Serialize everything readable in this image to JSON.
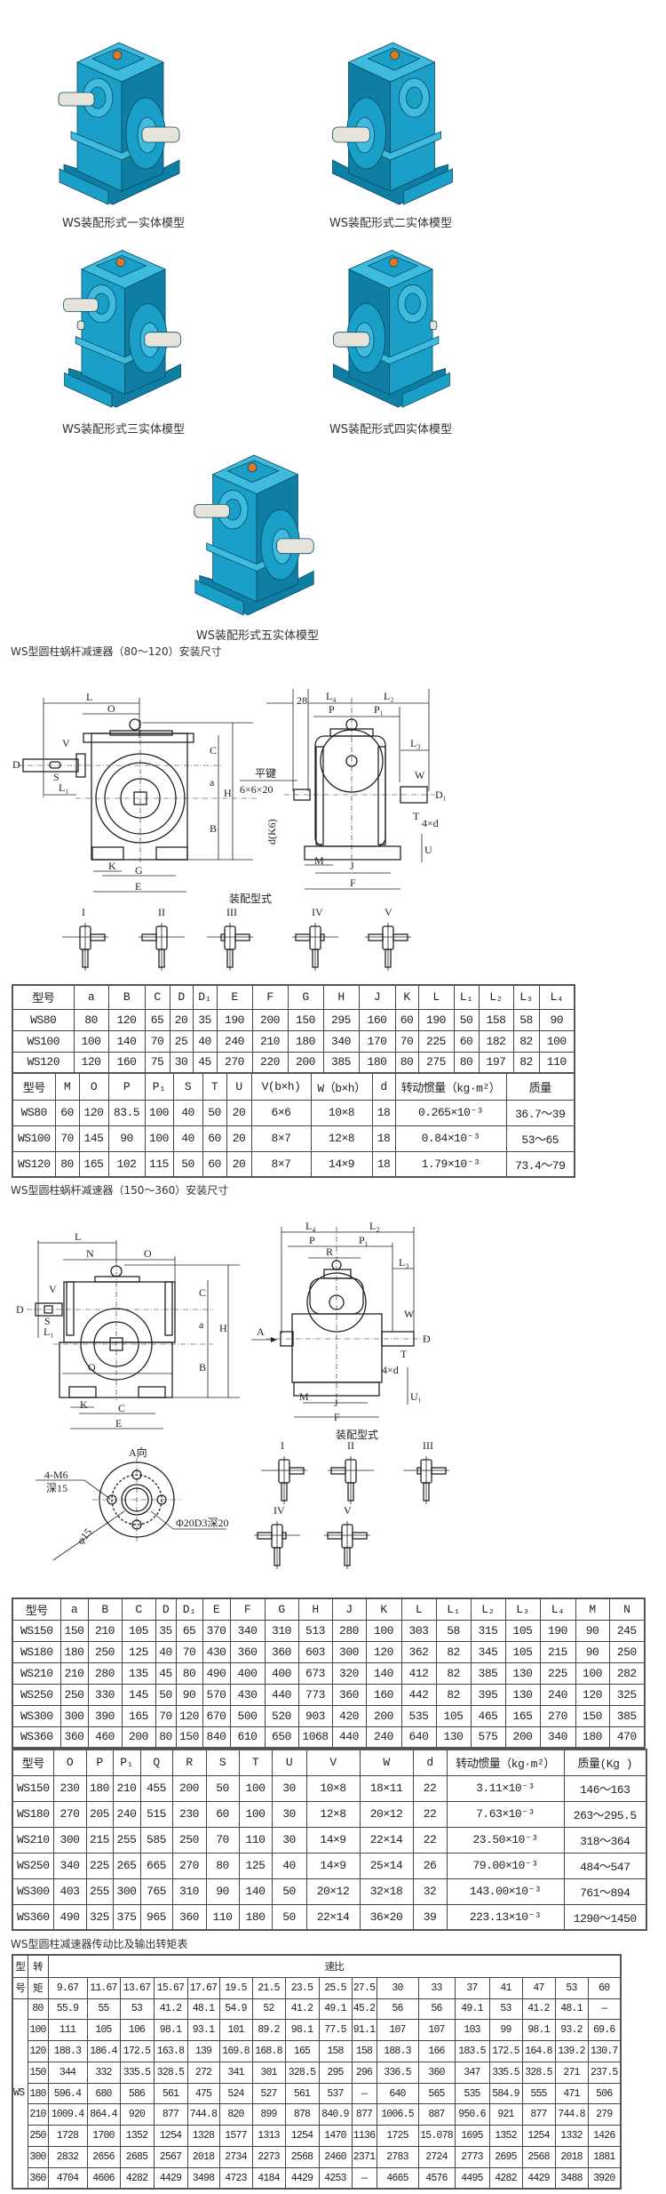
{
  "models": [
    {
      "caption": "WS装配形式一实体模型"
    },
    {
      "caption": "WS装配形式二实体模型"
    },
    {
      "caption": "WS装配形式三实体模型"
    },
    {
      "caption": "WS装配形式四实体模型"
    },
    {
      "caption": "WS装配形式五实体模型"
    }
  ],
  "section1": {
    "heading": "WS型圆柱蜗杆减速器（80～120）安装尺寸",
    "drawing": {
      "labels": {
        "L": "L",
        "O": "O",
        "V": "V",
        "D": "D",
        "S": "S",
        "L1": "L₁",
        "C": "C",
        "a": "a",
        "H": "H",
        "B": "B",
        "K": "K",
        "G": "G",
        "E": "E",
        "n28": "28",
        "L4": "L₄",
        "L2": "L₂",
        "P": "P",
        "P1": "P₁",
        "L3": "L₃",
        "key": "平键",
        "keysize": "6×6×20",
        "dK6": "d(K6)",
        "W": "W",
        "D1": "D₁",
        "T": "T",
        "holes": "4×d",
        "U": "U",
        "M": "M",
        "J": "J",
        "F": "F"
      },
      "forms_caption": "装配型式",
      "forms": [
        "I",
        "II",
        "III",
        "IV",
        "V"
      ]
    },
    "table_part1": {
      "headers": [
        "型号",
        "a",
        "B",
        "C",
        "D",
        "D₁",
        "E",
        "F",
        "G",
        "H",
        "J",
        "K",
        "L",
        "L₁",
        "L₂",
        "L₃",
        "L₄"
      ],
      "rows": [
        [
          "WS80",
          "80",
          "120",
          "65",
          "20",
          "35",
          "190",
          "200",
          "150",
          "295",
          "160",
          "60",
          "190",
          "50",
          "158",
          "58",
          "90"
        ],
        [
          "WS100",
          "100",
          "140",
          "70",
          "25",
          "40",
          "240",
          "210",
          "180",
          "340",
          "170",
          "70",
          "225",
          "60",
          "182",
          "82",
          "100"
        ],
        [
          "WS120",
          "120",
          "160",
          "75",
          "30",
          "45",
          "270",
          "220",
          "200",
          "385",
          "180",
          "80",
          "275",
          "80",
          "197",
          "82",
          "110"
        ]
      ]
    },
    "table_part2": {
      "headers": [
        "型号",
        "M",
        "O",
        "P",
        "P₁",
        "S",
        "T",
        "U",
        "V(b×h)",
        "W（b×h）",
        "d",
        "转动惯量（kg·m²）",
        "质量"
      ],
      "rows": [
        [
          "WS80",
          "60",
          "120",
          "83.5",
          "100",
          "40",
          "50",
          "20",
          "6×6",
          "10×8",
          "18",
          "0.265×10⁻³",
          "36.7～39"
        ],
        [
          "WS100",
          "70",
          "145",
          "90",
          "100",
          "40",
          "60",
          "20",
          "8×7",
          "12×8",
          "18",
          "0.84×10⁻³",
          "53～65"
        ],
        [
          "WS120",
          "80",
          "165",
          "102",
          "115",
          "50",
          "60",
          "20",
          "8×7",
          "14×9",
          "18",
          "1.79×10⁻³",
          "73.4～79"
        ]
      ]
    }
  },
  "section2": {
    "heading": "WS型圆柱蜗杆减速器（150～360）安装尺寸",
    "drawing": {
      "labels": {
        "L": "L",
        "N": "N",
        "O": "O",
        "V": "V",
        "D": "D",
        "S": "S",
        "L1": "L₁",
        "C": "C",
        "a": "a",
        "H": "H",
        "B": "B",
        "Q": "Q",
        "K": "K",
        "C2": "C",
        "E": "E",
        "L4": "L₄",
        "L2": "L₂",
        "P": "P",
        "P1": "P₁",
        "R": "R",
        "L3": "L₃",
        "W": "W",
        "A": "A",
        "D2": "D",
        "T": "T",
        "holes": "4×d",
        "U1": "U₁",
        "M": "M",
        "J": "J",
        "F": "F",
        "view_a": "A向",
        "tap": "4-M6",
        "tap_depth": "深15",
        "pcd": "φ15",
        "bore": "Φ20D3深20"
      },
      "forms_caption": "装配型式",
      "forms": [
        "I",
        "II",
        "III",
        "IV",
        "V"
      ]
    },
    "table_part1": {
      "headers": [
        "型号",
        "a",
        "B",
        "C",
        "D",
        "D₁",
        "E",
        "F",
        "G",
        "H",
        "J",
        "K",
        "L",
        "L₁",
        "L₂",
        "L₃",
        "L₄",
        "M",
        "N"
      ],
      "rows": [
        [
          "WS150",
          "150",
          "210",
          "105",
          "35",
          "65",
          "370",
          "340",
          "310",
          "513",
          "280",
          "100",
          "303",
          "58",
          "315",
          "105",
          "190",
          "90",
          "245"
        ],
        [
          "WS180",
          "180",
          "250",
          "125",
          "40",
          "70",
          "430",
          "360",
          "360",
          "603",
          "300",
          "120",
          "362",
          "82",
          "345",
          "105",
          "215",
          "90",
          "250"
        ],
        [
          "WS210",
          "210",
          "280",
          "135",
          "45",
          "80",
          "490",
          "400",
          "400",
          "673",
          "320",
          "140",
          "412",
          "82",
          "385",
          "130",
          "225",
          "100",
          "282"
        ],
        [
          "WS250",
          "250",
          "330",
          "145",
          "50",
          "90",
          "570",
          "430",
          "440",
          "773",
          "360",
          "160",
          "442",
          "82",
          "395",
          "130",
          "240",
          "120",
          "325"
        ],
        [
          "WS300",
          "300",
          "390",
          "165",
          "70",
          "120",
          "670",
          "500",
          "520",
          "903",
          "420",
          "200",
          "535",
          "105",
          "465",
          "165",
          "270",
          "150",
          "385"
        ],
        [
          "WS360",
          "360",
          "460",
          "200",
          "80",
          "150",
          "840",
          "610",
          "650",
          "1068",
          "440",
          "240",
          "640",
          "130",
          "575",
          "200",
          "340",
          "180",
          "470"
        ]
      ]
    },
    "table_part2": {
      "headers": [
        "型号",
        "O",
        "P",
        "P₁",
        "Q",
        "R",
        "S",
        "T",
        "U",
        "V",
        "W",
        "d",
        "转动惯量（kg·m²）",
        "质量(Kg )"
      ],
      "rows": [
        [
          "WS150",
          "230",
          "180",
          "210",
          "455",
          "200",
          "50",
          "100",
          "30",
          "10×8",
          "18×11",
          "22",
          "3.11×10⁻³",
          "146～163"
        ],
        [
          "WS180",
          "270",
          "205",
          "240",
          "515",
          "230",
          "60",
          "100",
          "30",
          "12×8",
          "20×12",
          "22",
          "7.63×10⁻³",
          "263～295.5"
        ],
        [
          "WS210",
          "300",
          "215",
          "255",
          "585",
          "250",
          "70",
          "110",
          "30",
          "14×9",
          "22×14",
          "22",
          "23.50×10⁻³",
          "318～364"
        ],
        [
          "WS250",
          "340",
          "225",
          "265",
          "665",
          "270",
          "80",
          "125",
          "40",
          "14×9",
          "25×14",
          "26",
          "79.00×10⁻³",
          "484～547"
        ],
        [
          "WS300",
          "403",
          "255",
          "300",
          "765",
          "310",
          "90",
          "140",
          "50",
          "20×12",
          "32×18",
          "32",
          "143.00×10⁻³",
          "761～894"
        ],
        [
          "WS360",
          "490",
          "325",
          "375",
          "965",
          "360",
          "110",
          "180",
          "50",
          "22×14",
          "36×20",
          "39",
          "223.13×10⁻³",
          "1290～1450"
        ]
      ]
    }
  },
  "torque_table": {
    "heading": "WS型圆柱减速器传动比及输出转矩表",
    "col_model_top": "型",
    "col_model_bottom": "号",
    "col_torque_top": "转",
    "col_torque_bottom": "矩",
    "ratio_header": "速比",
    "model_prefix": "WS",
    "ratios": [
      "9.67",
      "11.67",
      "13.67",
      "15.67",
      "17.67",
      "19.5",
      "21.5",
      "23.5",
      "25.5",
      "27.5",
      "30",
      "33",
      "37",
      "41",
      "47",
      "53",
      "60"
    ],
    "rows": [
      {
        "size": "80",
        "values": [
          "55.9",
          "55",
          "53",
          "41.2",
          "48.1",
          "54.9",
          "52",
          "41.2",
          "49.1",
          "45.2",
          "56",
          "56",
          "49.1",
          "53",
          "41.2",
          "48.1",
          "—"
        ]
      },
      {
        "size": "100",
        "values": [
          "111",
          "105",
          "106",
          "98.1",
          "93.1",
          "101",
          "89.2",
          "98.1",
          "77.5",
          "91.1",
          "107",
          "107",
          "103",
          "99",
          "98.1",
          "93.2",
          "69.6"
        ]
      },
      {
        "size": "120",
        "values": [
          "188.3",
          "186.4",
          "172.5",
          "163.8",
          "139",
          "169.8",
          "168.8",
          "165",
          "158",
          "158",
          "188.3",
          "166",
          "183.5",
          "172.5",
          "164.8",
          "139.2",
          "130.7"
        ]
      },
      {
        "size": "150",
        "values": [
          "344",
          "332",
          "335.5",
          "328.5",
          "272",
          "341",
          "301",
          "328.5",
          "295",
          "296",
          "336.5",
          "360",
          "347",
          "335.5",
          "328.5",
          "271",
          "237.5"
        ]
      },
      {
        "size": "180",
        "values": [
          "596.4",
          "680",
          "586",
          "561",
          "475",
          "524",
          "527",
          "561",
          "537",
          "—",
          "640",
          "565",
          "535",
          "584.9",
          "555",
          "471",
          "506"
        ]
      },
      {
        "size": "210",
        "values": [
          "1009.4",
          "864.4",
          "920",
          "877",
          "744.8",
          "820",
          "899",
          "878",
          "840.9",
          "877",
          "1006.5",
          "887",
          "950.6",
          "921",
          "877",
          "744.8",
          "279"
        ]
      },
      {
        "size": "250",
        "values": [
          "1728",
          "1700",
          "1352",
          "1254",
          "1328",
          "1577",
          "1313",
          "1254",
          "1470",
          "1136",
          "1725",
          "15.078",
          "1695",
          "1352",
          "1254",
          "1332",
          "1426"
        ]
      },
      {
        "size": "300",
        "values": [
          "2832",
          "2656",
          "2685",
          "2567",
          "2018",
          "2734",
          "2273",
          "2568",
          "2460",
          "2371",
          "2783",
          "2724",
          "2773",
          "2695",
          "2568",
          "2018",
          "1881"
        ]
      },
      {
        "size": "360",
        "values": [
          "4704",
          "4606",
          "4282",
          "4429",
          "3498",
          "4723",
          "4184",
          "4429",
          "4253",
          "—",
          "4665",
          "4576",
          "4495",
          "4282",
          "4429",
          "3488",
          "3920"
        ]
      }
    ]
  },
  "colors": {
    "housing": "#1a9fc8",
    "housing_dark": "#0f7ea4",
    "housing_light": "#3fbbe0",
    "shaft": "#e6e4da",
    "knob": "#e07a22"
  }
}
